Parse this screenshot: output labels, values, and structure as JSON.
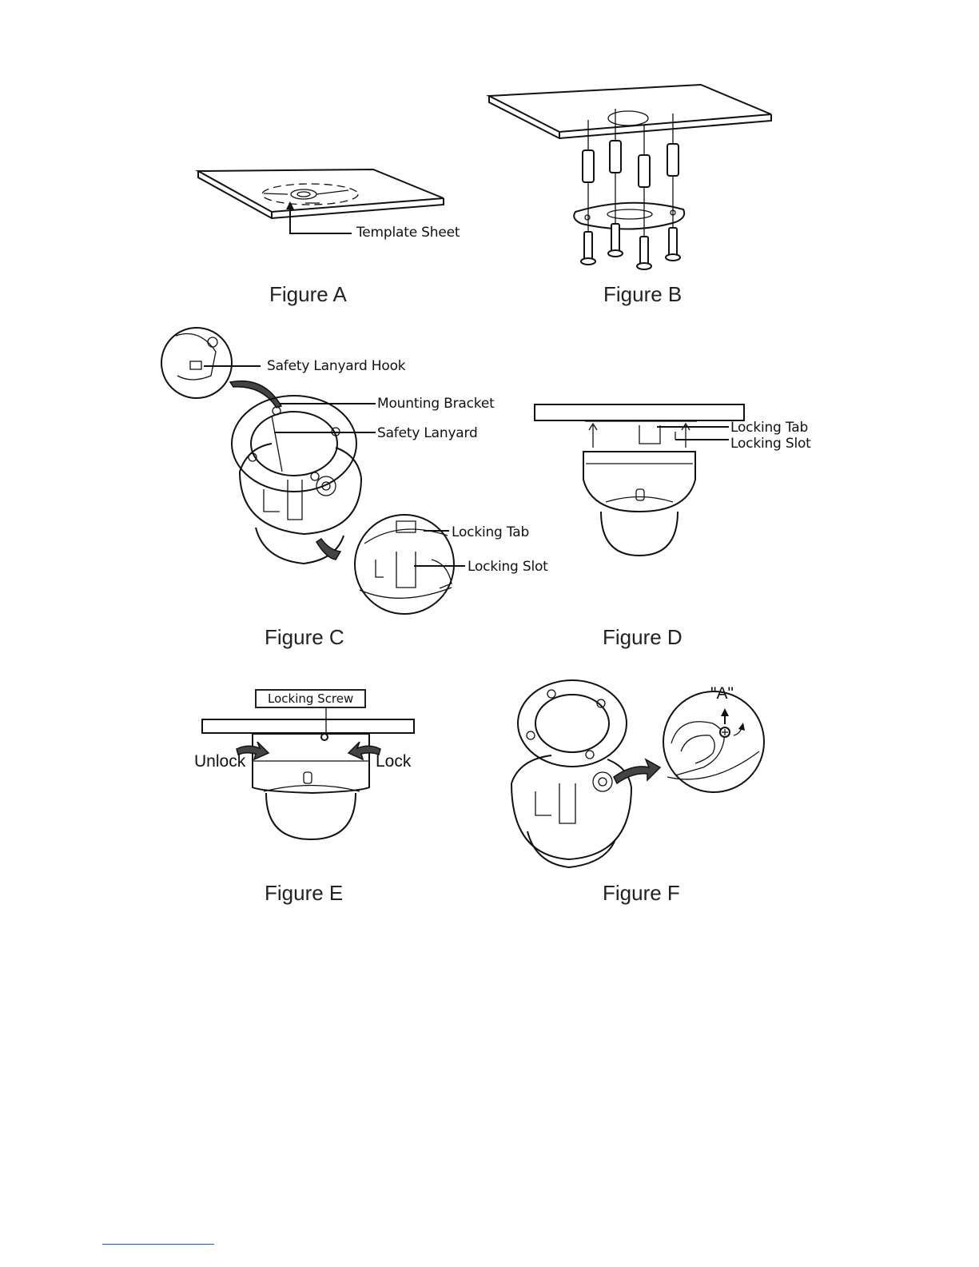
{
  "figures": {
    "a": {
      "caption": "Figure A",
      "labels": {
        "template_sheet": "Template Sheet"
      }
    },
    "b": {
      "caption": "Figure B"
    },
    "c": {
      "caption": "Figure C",
      "labels": {
        "safety_lanyard_hook": "Safety Lanyard Hook",
        "mounting_bracket": "Mounting Bracket",
        "safety_lanyard": "Safety Lanyard",
        "locking_tab": "Locking Tab",
        "locking_slot": "Locking Slot"
      }
    },
    "d": {
      "caption": "Figure D",
      "labels": {
        "locking_tab": "Locking Tab",
        "locking_slot": "Locking Slot"
      }
    },
    "e": {
      "caption": "Figure E",
      "labels": {
        "locking_screw": "Locking Screw",
        "unlock": "Unlock",
        "lock": "Lock"
      }
    },
    "f": {
      "caption": "Figure F",
      "labels": {
        "point_a": "\"A\""
      }
    }
  }
}
